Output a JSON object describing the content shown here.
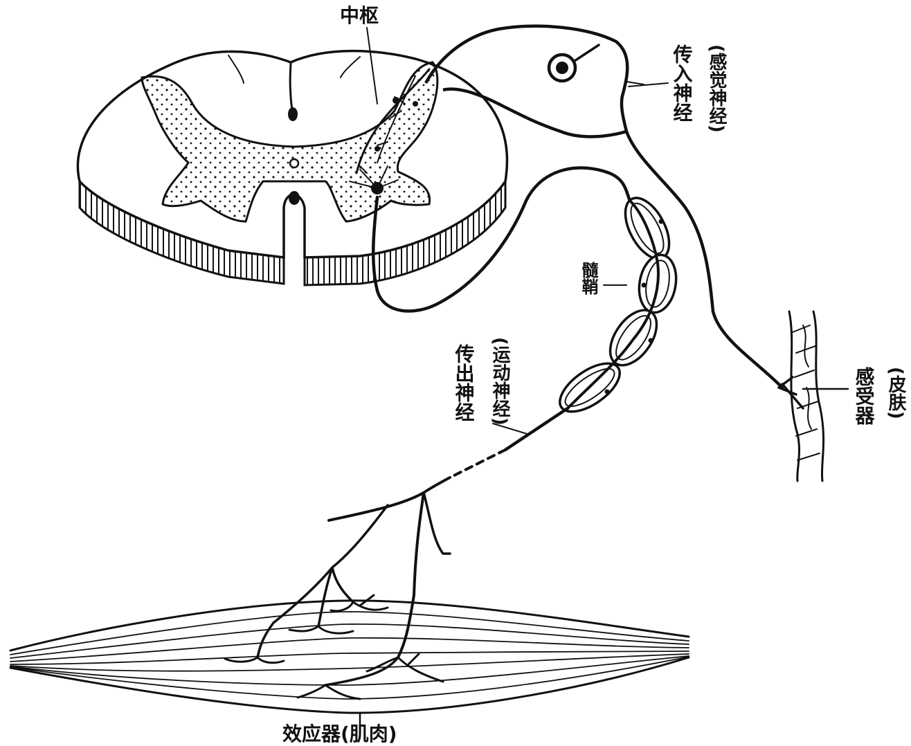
{
  "labels": {
    "center": "中枢",
    "afferent_main": "传入神经",
    "afferent_paren": "(感觉神经)",
    "myelin": "髓鞘",
    "efferent_main": "传出神经",
    "efferent_paren": "(运动神经)",
    "receptor_main": "感受器",
    "receptor_paren": "(皮肤)",
    "effector": "效应器(肌肉)"
  }
}
